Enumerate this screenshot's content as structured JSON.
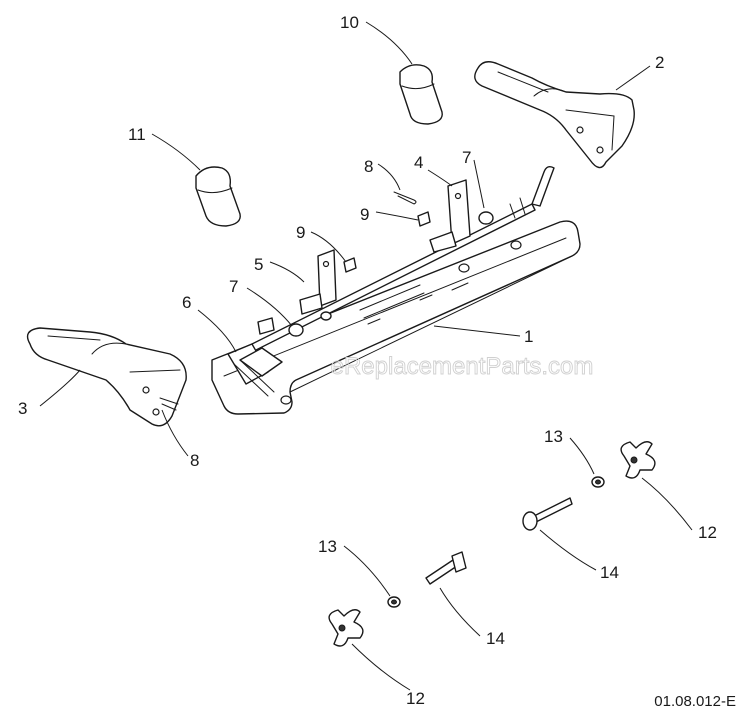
{
  "watermark": "eReplacementParts.com",
  "drawing_number": "01.08.012-E",
  "callouts": [
    {
      "id": "c1",
      "label": "1"
    },
    {
      "id": "c2",
      "label": "2"
    },
    {
      "id": "c3",
      "label": "3"
    },
    {
      "id": "c4",
      "label": "4"
    },
    {
      "id": "c5",
      "label": "5"
    },
    {
      "id": "c6",
      "label": "6"
    },
    {
      "id": "c7a",
      "label": "7"
    },
    {
      "id": "c7b",
      "label": "7"
    },
    {
      "id": "c8a",
      "label": "8"
    },
    {
      "id": "c8b",
      "label": "8"
    },
    {
      "id": "c9a",
      "label": "9"
    },
    {
      "id": "c9b",
      "label": "9"
    },
    {
      "id": "c10",
      "label": "10"
    },
    {
      "id": "c11",
      "label": "11"
    },
    {
      "id": "c12a",
      "label": "12"
    },
    {
      "id": "c12b",
      "label": "12"
    },
    {
      "id": "c13a",
      "label": "13"
    },
    {
      "id": "c13b",
      "label": "13"
    },
    {
      "id": "c14a",
      "label": "14"
    },
    {
      "id": "c14b",
      "label": "14"
    }
  ]
}
